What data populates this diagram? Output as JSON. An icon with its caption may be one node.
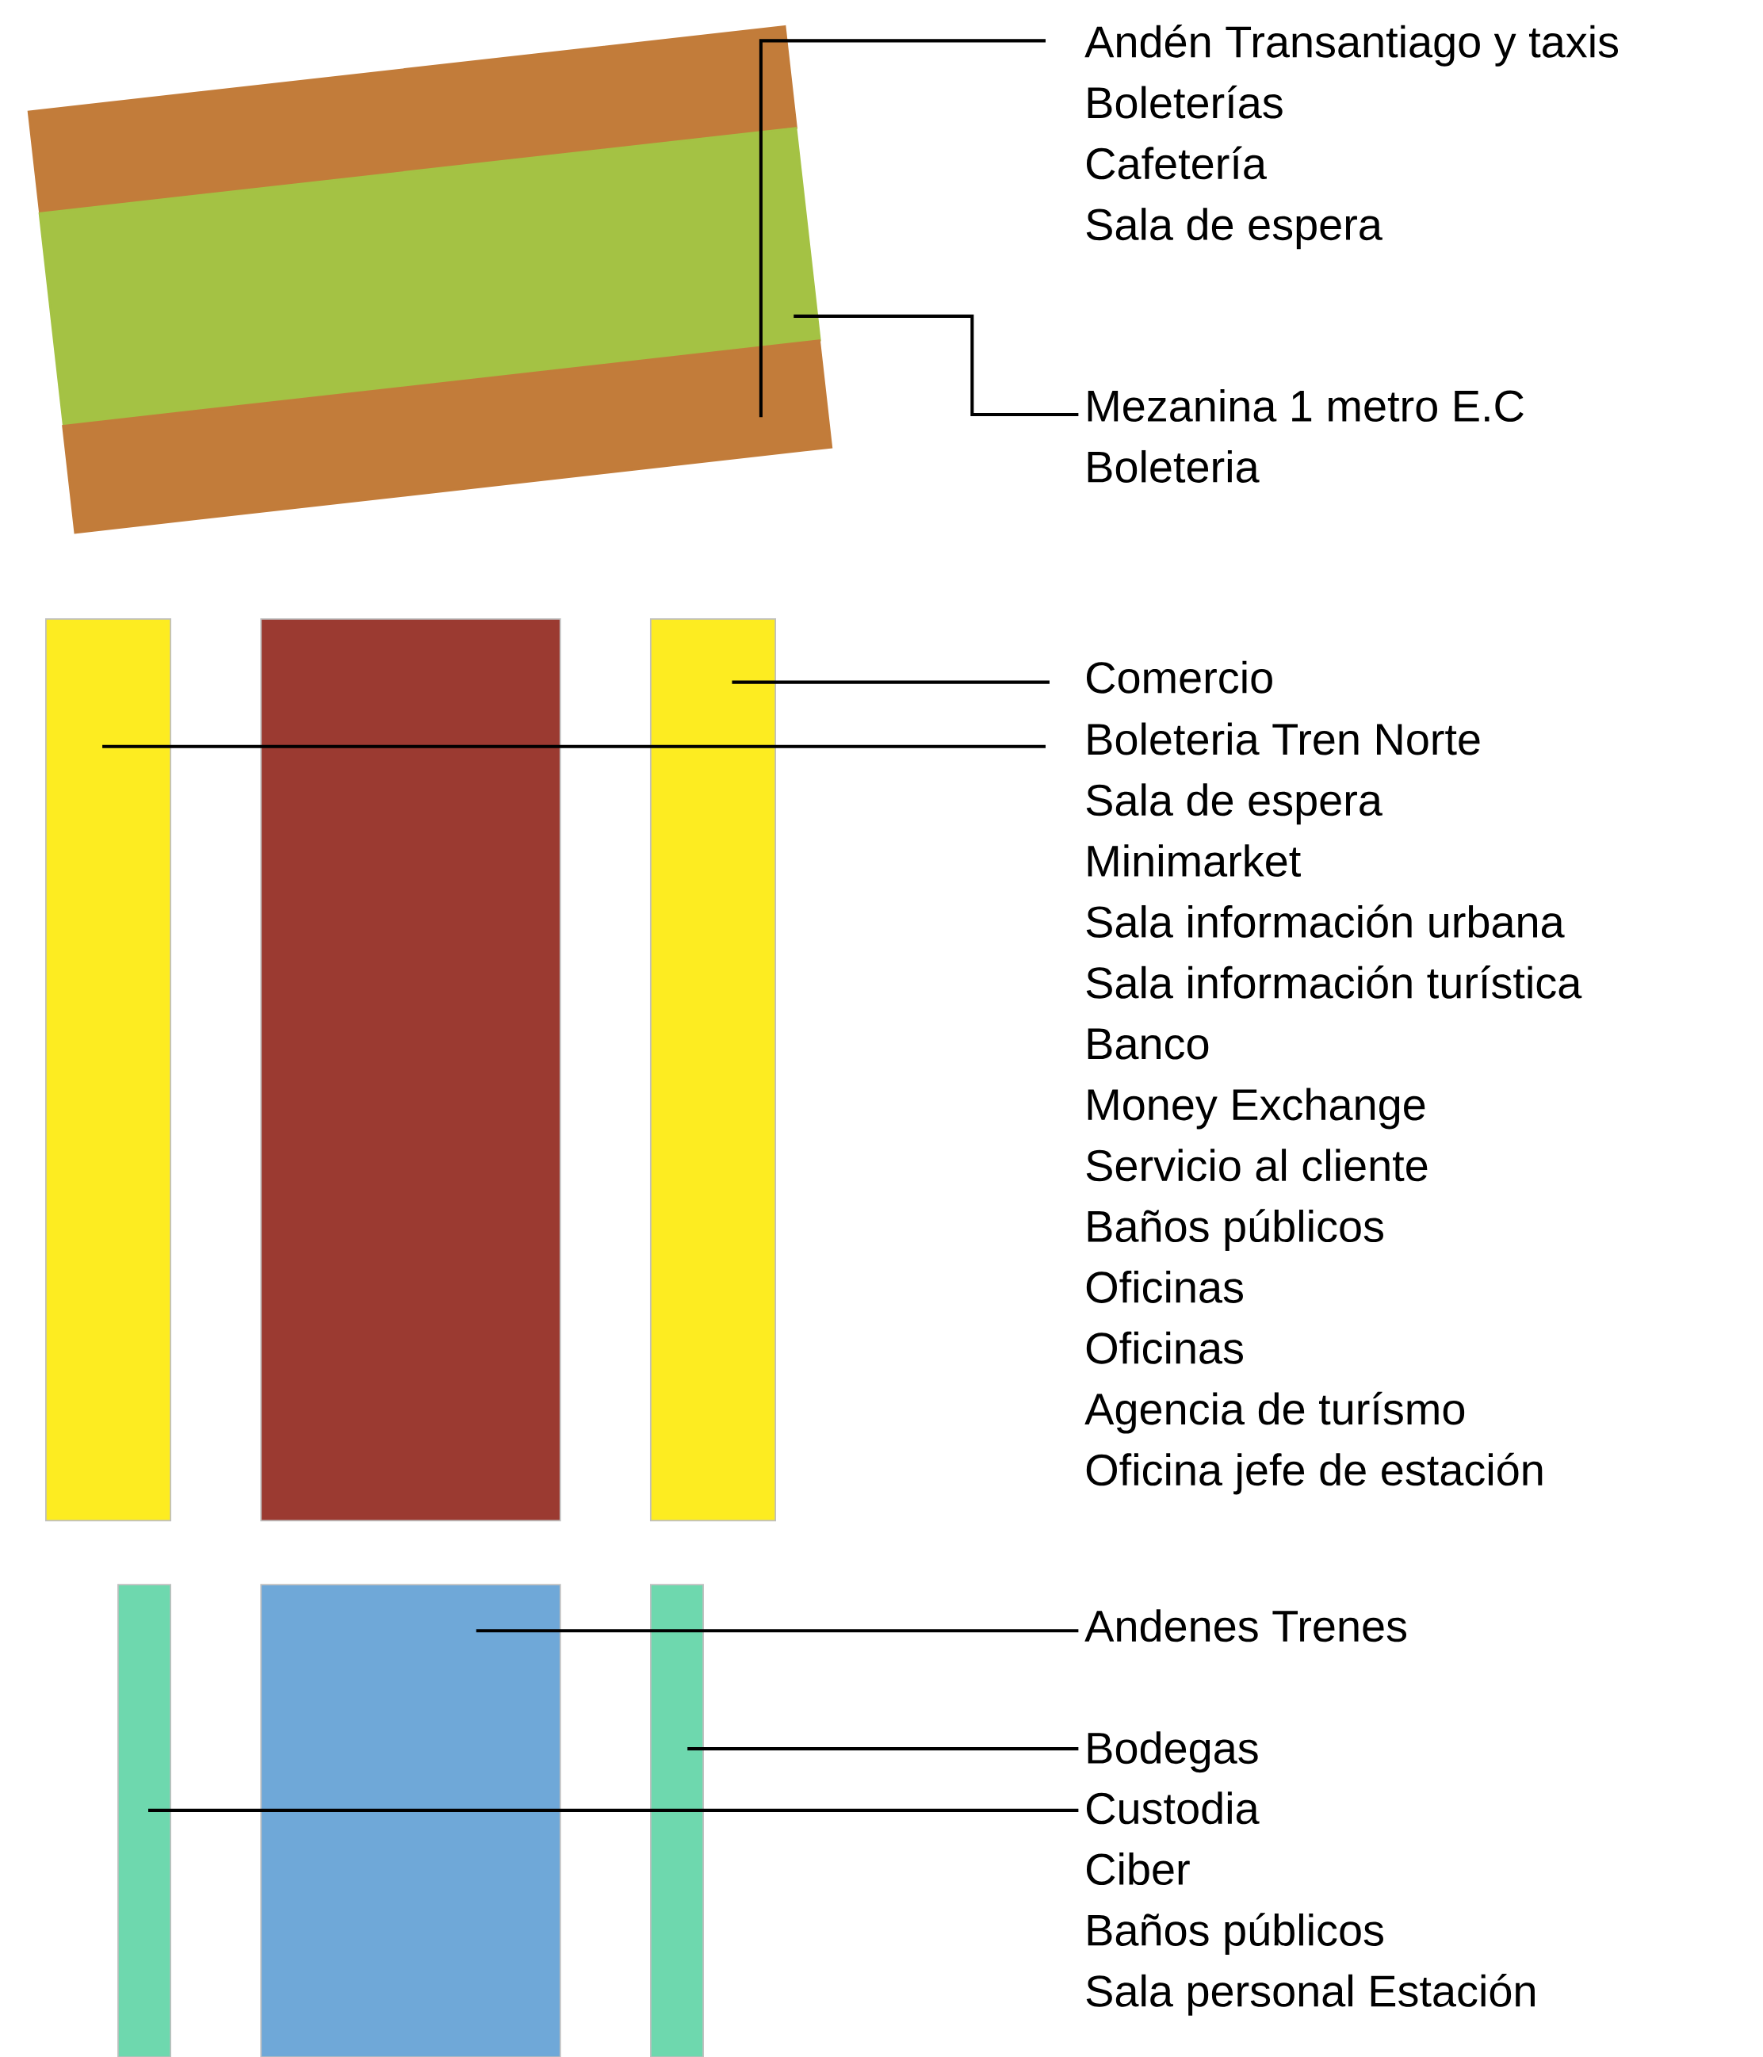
{
  "diagram": {
    "nodes": [
      {
        "text": [],
        "shape": "box"
      },
      {
        "text": [],
        "shape": "box"
      },
      {
        "text": [],
        "shape": "box"
      },
      {
        "text": [
          "Andén Transantiago y taxis",
          "Boleterías",
          "Cafetería",
          "Sala de espera"
        ]
      },
      {
        "text": [
          "Mezanina 1 metro E.C",
          "Boleteria"
        ]
      },
      {
        "text": [],
        "shape": "bar"
      },
      {
        "text": [],
        "shape": "bar"
      },
      {
        "text": [],
        "shape": "bar"
      },
      {
        "text": [
          "Comercio"
        ]
      },
      {
        "text": [
          "Boleteria Tren Norte",
          "Sala de espera",
          "Minimarket",
          "Sala información urbana",
          "Sala información turística",
          "Banco",
          "Money Exchange",
          "Servicio al cliente",
          "Baños públicos",
          "Oficinas",
          "Oficinas",
          "Agencia de turísmo",
          "Oficina jefe de estación"
        ]
      },
      {
        "text": [],
        "shape": "bar"
      },
      {
        "text": [],
        "shape": "bar"
      },
      {
        "text": [],
        "shape": "bar"
      },
      {
        "text": [
          "Andenes Trenes"
        ]
      },
      {
        "text": [
          "Bodegas"
        ]
      },
      {
        "text": [
          "Custodia",
          "Ciber",
          "Baños públicos",
          "Sala personal Estación"
        ]
      }
    ],
    "edges": [
      {
        "from": 3,
        "to": 2,
        "arrow": "none"
      },
      {
        "from": 4,
        "to": 1,
        "arrow": "none"
      },
      {
        "from": 8,
        "to": 7,
        "arrow": "none"
      },
      {
        "from": 9,
        "to": 5,
        "arrow": "none"
      },
      {
        "from": 13,
        "to": 11,
        "arrow": "none"
      },
      {
        "from": 14,
        "to": 12,
        "arrow": "none"
      },
      {
        "from": 15,
        "to": 10,
        "arrow": "none"
      }
    ]
  }
}
